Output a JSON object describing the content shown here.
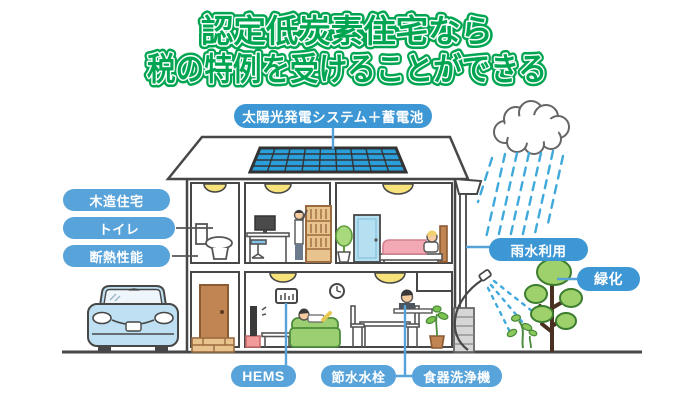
{
  "title": {
    "line1": "認定低炭素住宅なら",
    "line2": "税の特例を受けることができる"
  },
  "labels": {
    "solar_system": "太陽光発電システム＋蓄電池",
    "wooden_house": "木造住宅",
    "toilet": "トイレ",
    "insulation": "断熱性能",
    "rainwater_use": "雨水利用",
    "greening": "緑化",
    "hems": "HEMS",
    "water_saving_faucet": "節水水栓",
    "dishwasher": "食器洗浄機"
  },
  "colors": {
    "title_green": "#00a551",
    "label_blue": "#58a3da",
    "label_blue_dark": "#3d97d4",
    "label_text": "#ffffff",
    "rain_blue": "#3fa9dc",
    "solar_panel_blue": "#2b9fdc",
    "outline_dark": "#474747",
    "tree_green": "#9ed06b",
    "sofa_green": "#9ccf72",
    "bed_pink": "#f2a9b4",
    "wood_brown": "#c08552",
    "car_blue": "#bfe0f2",
    "light_yellow": "#f7e37a"
  }
}
